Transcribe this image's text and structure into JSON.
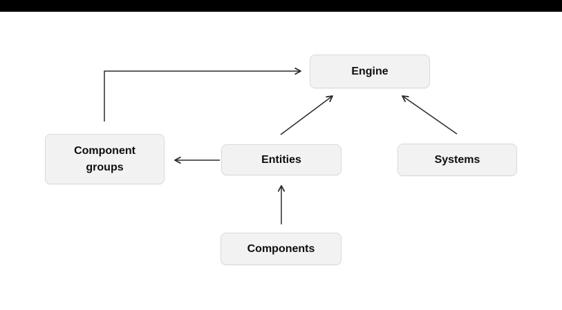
{
  "page": {
    "background_color": "#ffffff",
    "top_bar_color": "#000000"
  },
  "diagram": {
    "type": "flowchart",
    "title": "",
    "nodes": [
      {
        "id": "engine",
        "label": "Engine"
      },
      {
        "id": "component-groups",
        "label": "Component groups"
      },
      {
        "id": "entities",
        "label": "Entities"
      },
      {
        "id": "systems",
        "label": "Systems"
      },
      {
        "id": "components",
        "label": "Components"
      }
    ],
    "edges": [
      {
        "from": "component-groups",
        "to": "engine",
        "style": "elbow-up-right"
      },
      {
        "from": "entities",
        "to": "engine",
        "style": "diagonal-up-right"
      },
      {
        "from": "systems",
        "to": "engine",
        "style": "diagonal-up-left"
      },
      {
        "from": "entities",
        "to": "component-groups",
        "style": "straight-left"
      },
      {
        "from": "components",
        "to": "entities",
        "style": "straight-up"
      }
    ],
    "colors": {
      "node_fill": "#f2f2f2",
      "node_border": "#d9d9d9",
      "node_text": "#0d0d0d",
      "arrow": "#2a2a2a"
    }
  }
}
